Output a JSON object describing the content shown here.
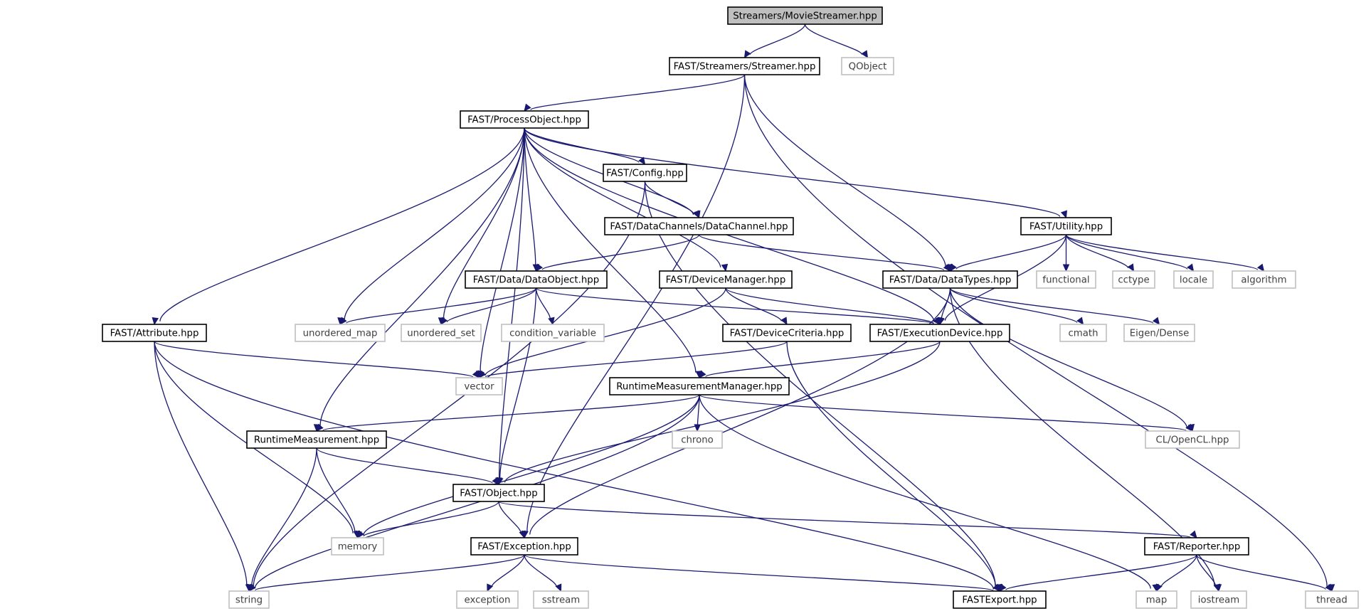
{
  "graph": {
    "colors": {
      "edge": "#191970",
      "focus_fill": "#bfbfbf",
      "local_border": "#000000",
      "external_border": "#bfbfbf"
    },
    "nodes": [
      {
        "id": "movie",
        "label": "Streamers/MovieStreamer.hpp",
        "kind": "focus"
      },
      {
        "id": "streamer",
        "label": "FAST/Streamers/Streamer.hpp",
        "kind": "local"
      },
      {
        "id": "qobject",
        "label": "QObject",
        "kind": "external"
      },
      {
        "id": "procobj",
        "label": "FAST/ProcessObject.hpp",
        "kind": "local"
      },
      {
        "id": "config",
        "label": "FAST/Config.hpp",
        "kind": "local"
      },
      {
        "id": "utility",
        "label": "FAST/Utility.hpp",
        "kind": "local"
      },
      {
        "id": "datachannel",
        "label": "FAST/DataChannels/DataChannel.hpp",
        "kind": "local"
      },
      {
        "id": "dataobject",
        "label": "FAST/Data/DataObject.hpp",
        "kind": "local"
      },
      {
        "id": "devicemanager",
        "label": "FAST/DeviceManager.hpp",
        "kind": "local"
      },
      {
        "id": "datatypes",
        "label": "FAST/Data/DataTypes.hpp",
        "kind": "local"
      },
      {
        "id": "functional",
        "label": "functional",
        "kind": "external"
      },
      {
        "id": "cctype",
        "label": "cctype",
        "kind": "external"
      },
      {
        "id": "locale",
        "label": "locale",
        "kind": "external"
      },
      {
        "id": "algorithm",
        "label": "algorithm",
        "kind": "external"
      },
      {
        "id": "attribute",
        "label": "FAST/Attribute.hpp",
        "kind": "local"
      },
      {
        "id": "unordered_map",
        "label": "unordered_map",
        "kind": "external"
      },
      {
        "id": "unordered_set",
        "label": "unordered_set",
        "kind": "external"
      },
      {
        "id": "condvar",
        "label": "condition_variable",
        "kind": "external"
      },
      {
        "id": "devicecriteria",
        "label": "FAST/DeviceCriteria.hpp",
        "kind": "local"
      },
      {
        "id": "execdevice",
        "label": "FAST/ExecutionDevice.hpp",
        "kind": "local"
      },
      {
        "id": "cmath",
        "label": "cmath",
        "kind": "external"
      },
      {
        "id": "eigen",
        "label": "Eigen/Dense",
        "kind": "external"
      },
      {
        "id": "vector",
        "label": "vector",
        "kind": "external"
      },
      {
        "id": "rtmm",
        "label": "RuntimeMeasurementManager.hpp",
        "kind": "local"
      },
      {
        "id": "rtm",
        "label": "RuntimeMeasurement.hpp",
        "kind": "local"
      },
      {
        "id": "chrono",
        "label": "chrono",
        "kind": "external"
      },
      {
        "id": "opencl",
        "label": "CL/OpenCL.hpp",
        "kind": "external"
      },
      {
        "id": "object",
        "label": "FAST/Object.hpp",
        "kind": "local"
      },
      {
        "id": "memory",
        "label": "memory",
        "kind": "external"
      },
      {
        "id": "exception_h",
        "label": "FAST/Exception.hpp",
        "kind": "local"
      },
      {
        "id": "reporter",
        "label": "FAST/Reporter.hpp",
        "kind": "local"
      },
      {
        "id": "string",
        "label": "string",
        "kind": "external"
      },
      {
        "id": "exception",
        "label": "exception",
        "kind": "external"
      },
      {
        "id": "sstream",
        "label": "sstream",
        "kind": "external"
      },
      {
        "id": "fastexport",
        "label": "FASTExport.hpp",
        "kind": "local"
      },
      {
        "id": "map",
        "label": "map",
        "kind": "external"
      },
      {
        "id": "iostream",
        "label": "iostream",
        "kind": "external"
      },
      {
        "id": "thread",
        "label": "thread",
        "kind": "external"
      }
    ],
    "edges": [
      [
        "movie",
        "streamer"
      ],
      [
        "movie",
        "qobject"
      ],
      [
        "streamer",
        "procobj"
      ],
      [
        "streamer",
        "datatypes"
      ],
      [
        "streamer",
        "exception_h"
      ],
      [
        "streamer",
        "thread"
      ],
      [
        "procobj",
        "config"
      ],
      [
        "procobj",
        "utility"
      ],
      [
        "procobj",
        "datachannel"
      ],
      [
        "procobj",
        "dataobject"
      ],
      [
        "procobj",
        "devicemanager"
      ],
      [
        "procobj",
        "execdevice"
      ],
      [
        "procobj",
        "attribute"
      ],
      [
        "procobj",
        "unordered_map"
      ],
      [
        "procobj",
        "unordered_set"
      ],
      [
        "procobj",
        "vector"
      ],
      [
        "procobj",
        "rtmm"
      ],
      [
        "procobj",
        "rtm"
      ],
      [
        "procobj",
        "object"
      ],
      [
        "config",
        "datachannel"
      ],
      [
        "config",
        "string"
      ],
      [
        "config",
        "fastexport"
      ],
      [
        "datachannel",
        "dataobject"
      ],
      [
        "datachannel",
        "datatypes"
      ],
      [
        "utility",
        "datatypes"
      ],
      [
        "utility",
        "execdevice"
      ],
      [
        "utility",
        "functional"
      ],
      [
        "utility",
        "cctype"
      ],
      [
        "utility",
        "locale"
      ],
      [
        "utility",
        "algorithm"
      ],
      [
        "dataobject",
        "unordered_map"
      ],
      [
        "dataobject",
        "unordered_set"
      ],
      [
        "dataobject",
        "condvar"
      ],
      [
        "dataobject",
        "execdevice"
      ],
      [
        "dataobject",
        "object"
      ],
      [
        "devicemanager",
        "devicecriteria"
      ],
      [
        "devicemanager",
        "execdevice"
      ],
      [
        "devicemanager",
        "vector"
      ],
      [
        "datatypes",
        "execdevice"
      ],
      [
        "datatypes",
        "cmath"
      ],
      [
        "datatypes",
        "eigen"
      ],
      [
        "datatypes",
        "opencl"
      ],
      [
        "datatypes",
        "iostream"
      ],
      [
        "datatypes",
        "exception_h"
      ],
      [
        "devicecriteria",
        "vector"
      ],
      [
        "devicecriteria",
        "fastexport"
      ],
      [
        "execdevice",
        "rtmm"
      ],
      [
        "execdevice",
        "object"
      ],
      [
        "attribute",
        "vector"
      ],
      [
        "attribute",
        "memory"
      ],
      [
        "attribute",
        "string"
      ],
      [
        "attribute",
        "fastexport"
      ],
      [
        "rtmm",
        "rtm"
      ],
      [
        "rtmm",
        "chrono"
      ],
      [
        "rtmm",
        "opencl"
      ],
      [
        "rtmm",
        "memory"
      ],
      [
        "rtmm",
        "string"
      ],
      [
        "rtmm",
        "map"
      ],
      [
        "rtm",
        "object"
      ],
      [
        "rtm",
        "memory"
      ],
      [
        "rtm",
        "string"
      ],
      [
        "object",
        "memory"
      ],
      [
        "object",
        "exception_h"
      ],
      [
        "object",
        "reporter"
      ],
      [
        "exception_h",
        "string"
      ],
      [
        "exception_h",
        "exception"
      ],
      [
        "exception_h",
        "sstream"
      ],
      [
        "exception_h",
        "fastexport"
      ],
      [
        "reporter",
        "fastexport"
      ],
      [
        "reporter",
        "map"
      ],
      [
        "reporter",
        "iostream"
      ],
      [
        "reporter",
        "thread"
      ]
    ]
  }
}
